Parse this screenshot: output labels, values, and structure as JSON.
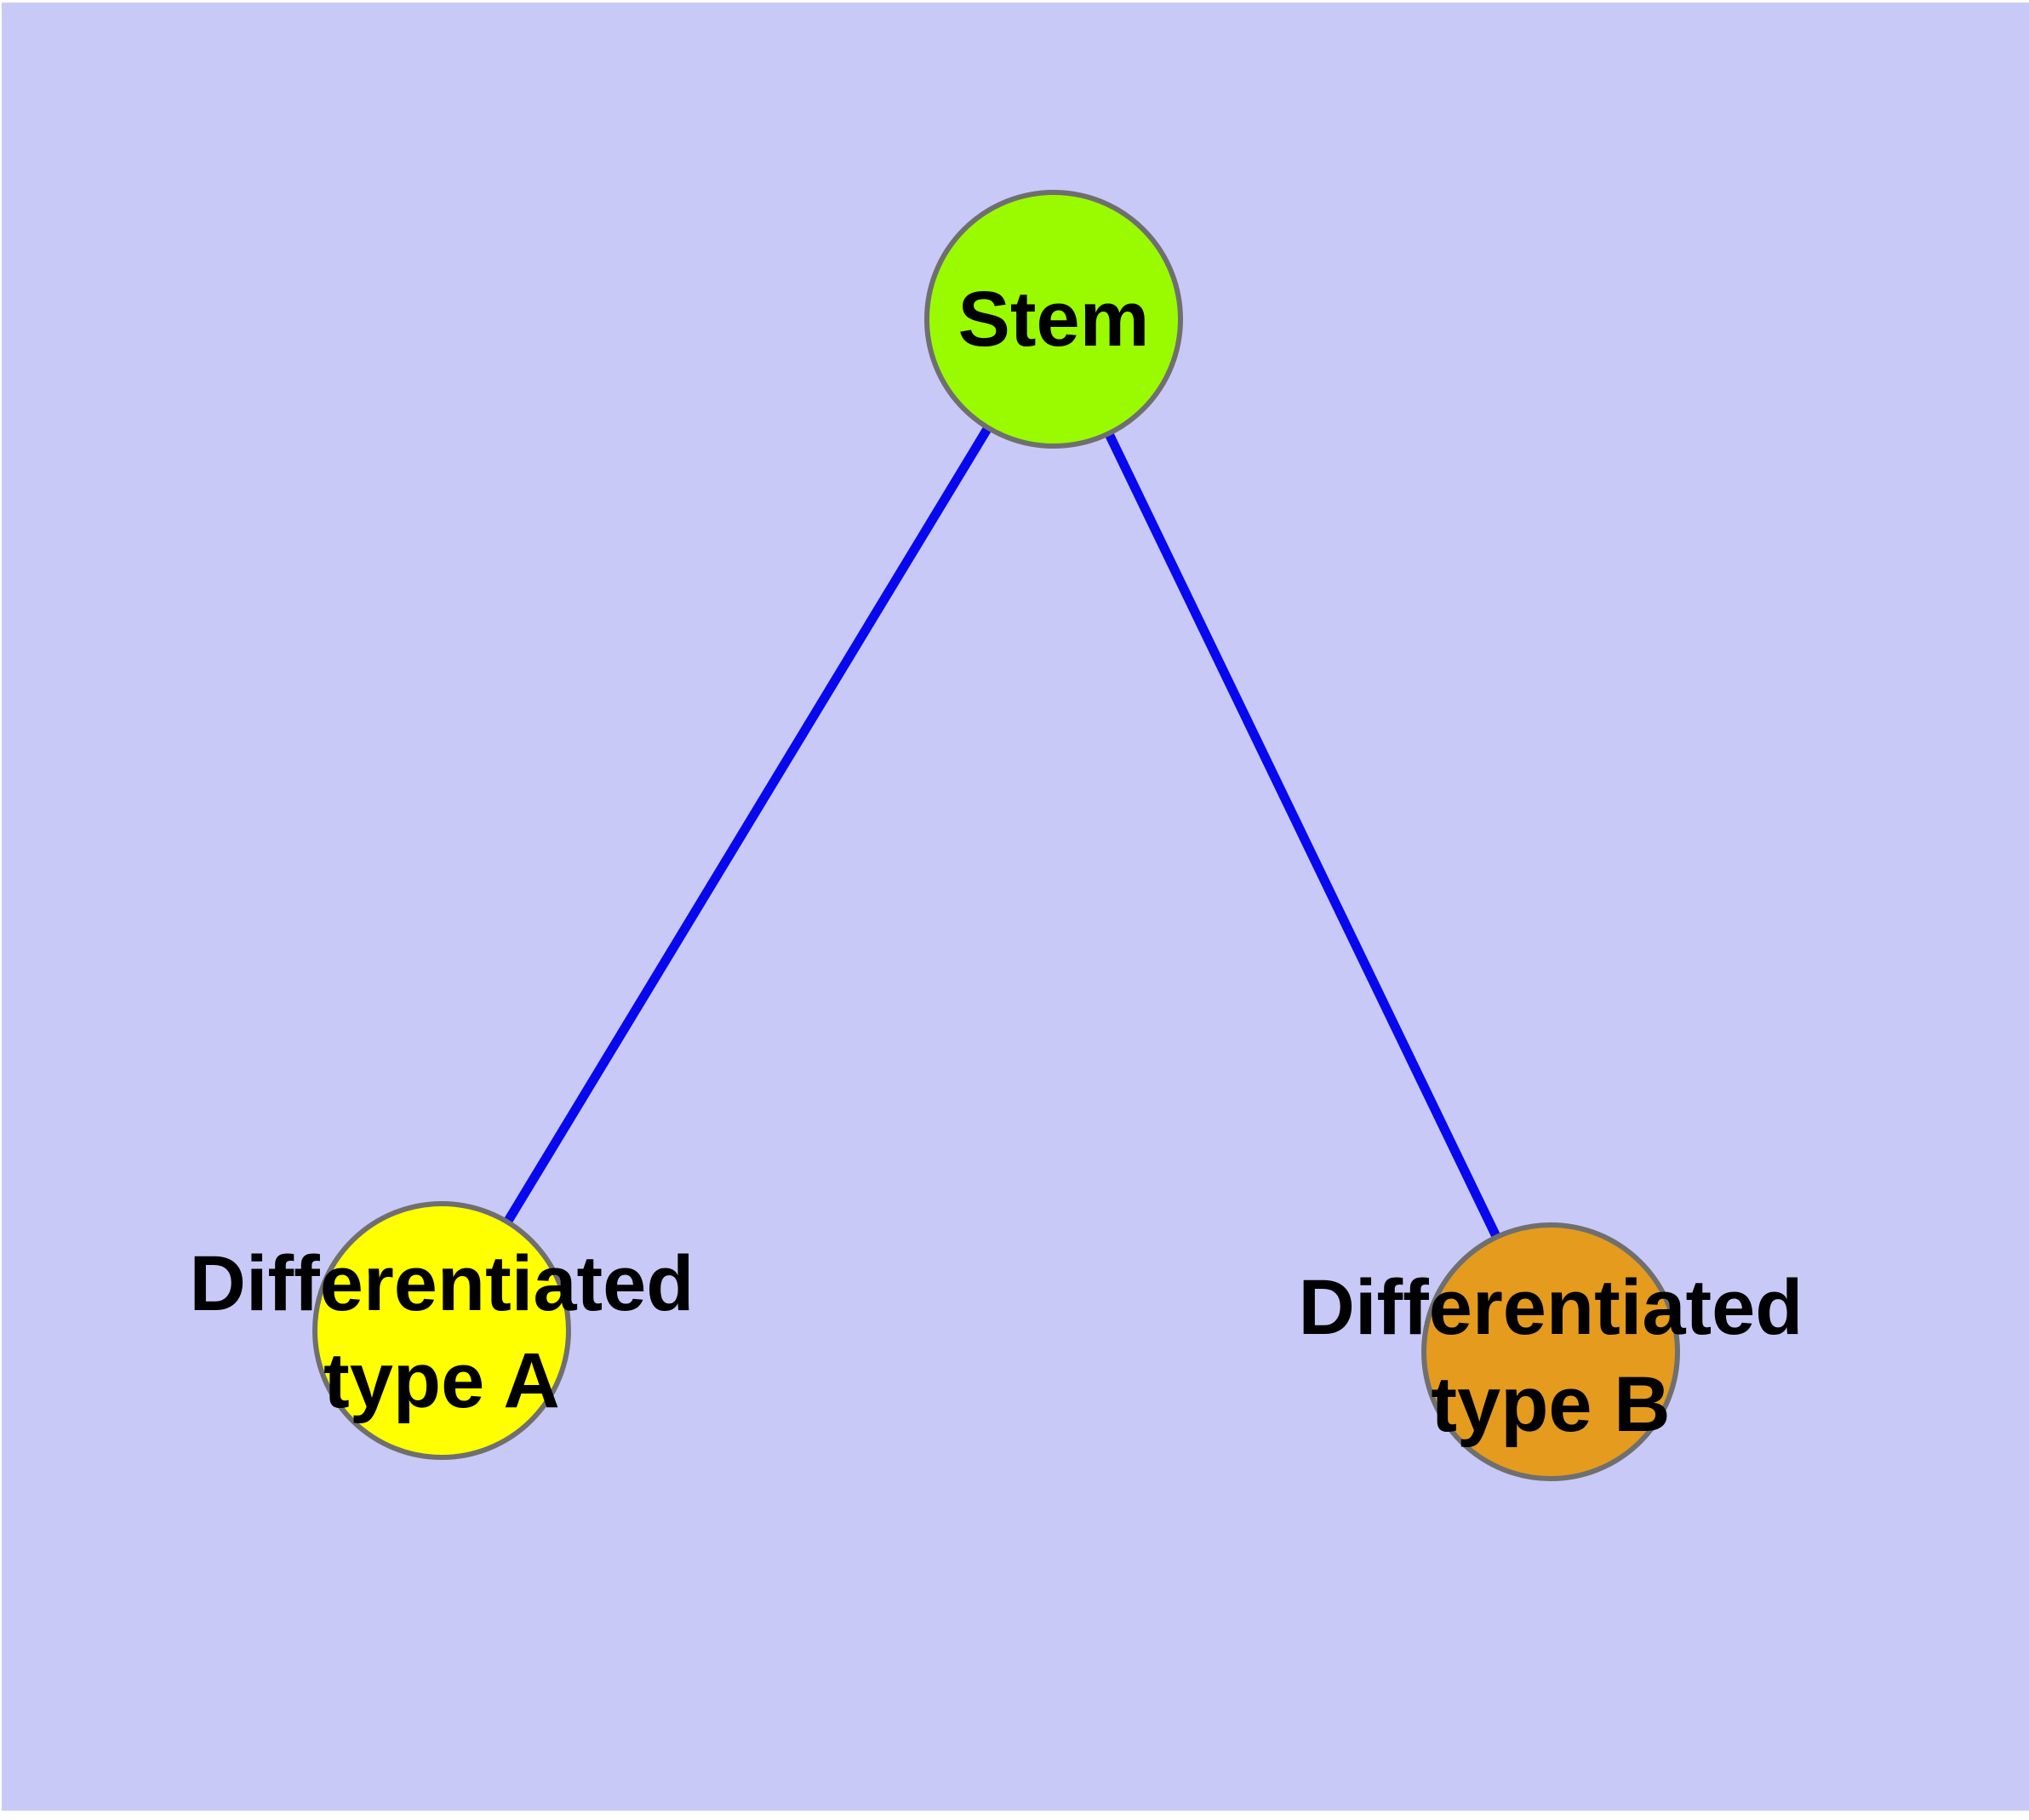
{
  "diagram": {
    "type": "graph",
    "background_color": "#c9c9f8",
    "edge_color": "#0808ee",
    "node_border_color": "#6f6f6f",
    "label_color": "#000000",
    "nodes": [
      {
        "id": "stem",
        "label": "Stem",
        "fill": "#9afb00"
      },
      {
        "id": "type-a",
        "label": "Differentiated\ntype A",
        "fill": "#ffff00"
      },
      {
        "id": "type-b",
        "label": "Differentiated\ntype B",
        "fill": "#e49b1e"
      }
    ],
    "edges": [
      {
        "from": "stem",
        "to": "type-a"
      },
      {
        "from": "stem",
        "to": "type-b"
      }
    ]
  }
}
